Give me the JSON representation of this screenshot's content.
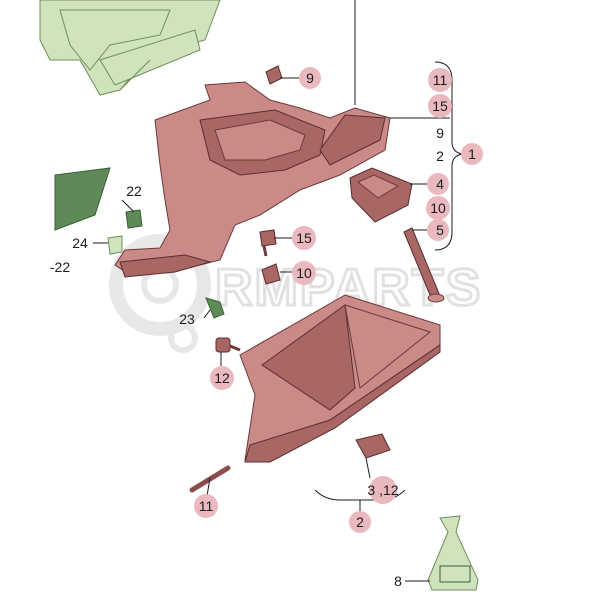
{
  "watermark": "RMPARTS",
  "callouts": {
    "c_9_top": "9",
    "c_11_top": "11",
    "c_15_right": "15",
    "c_9_right": "9",
    "c_2_right": "2",
    "c_1": "1",
    "c_4": "4",
    "c_10_right": "10",
    "c_5": "5",
    "c_22": "22",
    "c_24": "24",
    "c_22_left": "-22",
    "c_15_mid": "15",
    "c_10_mid": "10",
    "c_23": "23",
    "c_12": "12",
    "c_3_12": "3 ,12",
    "c_2_bottom": "2",
    "c_11_bottom": "11",
    "c_8": "8"
  }
}
